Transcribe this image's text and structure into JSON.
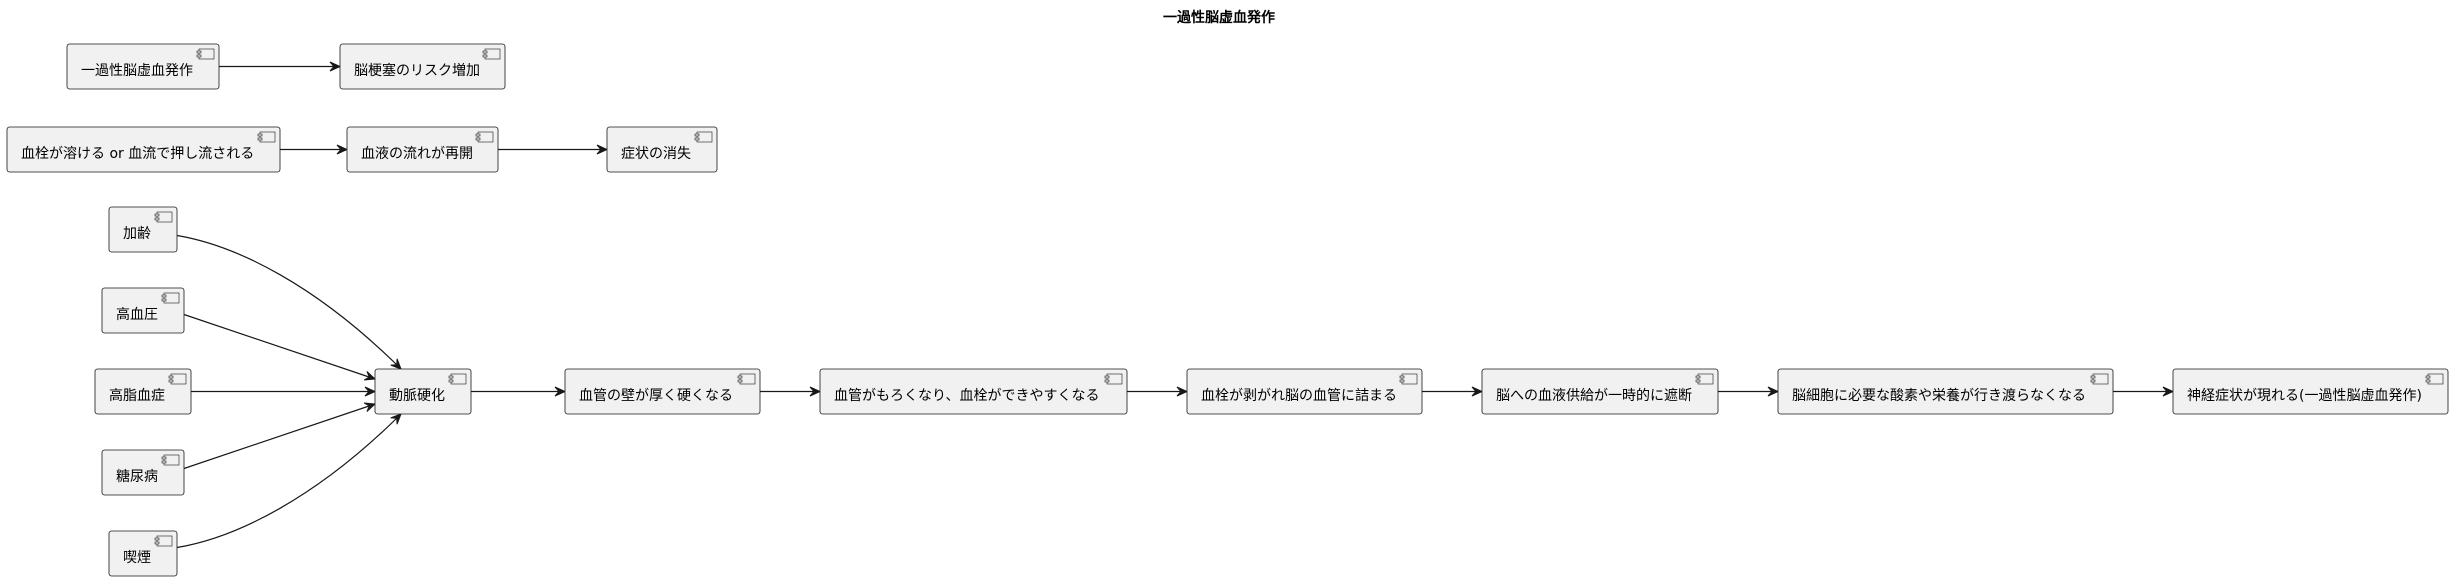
{
  "diagram": {
    "title": "一過性脳虚血発作",
    "nodes": {
      "tia": "一過性脳虚血発作",
      "stroke_risk": "脳梗塞のリスク増加",
      "dissolve": "血栓が溶ける or 血流で押し流される",
      "reflow": "血液の流れが再開",
      "resolve": "症状の消失",
      "aging": "加齢",
      "hypertension": "高血圧",
      "dyslipidemia": "高脂血症",
      "diabetes": "糖尿病",
      "smoking": "喫煙",
      "arteriosclerosis": "動脈硬化",
      "wall": "血管の壁が厚く硬くなる",
      "fragile": "血管がもろくなり、血栓ができやすくなる",
      "clot": "血栓が剥がれ脳の血管に詰まる",
      "block": "脳への血液供給が一時的に遮断",
      "oxygen": "脳細胞に必要な酸素や栄養が行き渡らなくなる",
      "symptoms": "神経症状が現れる(一過性脳虚血発作)"
    }
  }
}
